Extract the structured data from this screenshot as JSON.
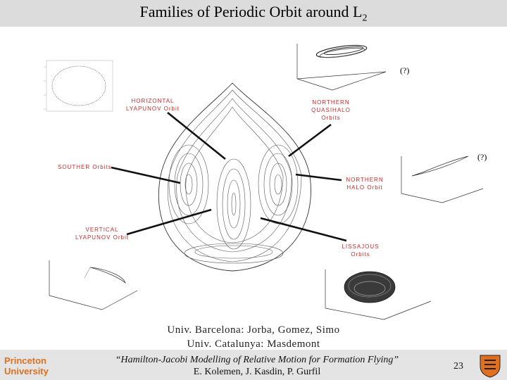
{
  "title": {
    "main": "Families of Periodic Orbit around L",
    "subscript": "2"
  },
  "labels": {
    "horizontal": [
      "HORIZONTAL",
      "LYAPUNOV Orbit"
    ],
    "northern_quasihalo": [
      "NORTHERN",
      "QUASIHALO",
      "Orbits"
    ],
    "souther": "SOUTHER Orbits",
    "northern_halo": [
      "NORTHERN",
      "HALO Orbit"
    ],
    "vertical": [
      "VERTICAL",
      "LYAPUNOV Orbit"
    ],
    "lissajous": [
      "LISSAJOUS",
      "Orbits"
    ],
    "question_top": "(?)",
    "question_right": "(?)"
  },
  "credits": [
    "Univ. Barcelona: Jorba, Gomez, Simo",
    "Univ. Catalunya: Masdemont"
  ],
  "footer": {
    "talk_title": "“Hamilton-Jacobi Modelling of Relative Motion for Formation Flying”",
    "authors": "E. Kolemen, J. Kasdin, P. Gurfil",
    "page_number": "23",
    "logo_lines": [
      "Princeton",
      "University"
    ]
  },
  "colors": {
    "label": "#cc2b2b",
    "title_bar": "#dcdcdc",
    "footer_bar": "#e4e4e4",
    "logo": "#e07020"
  }
}
